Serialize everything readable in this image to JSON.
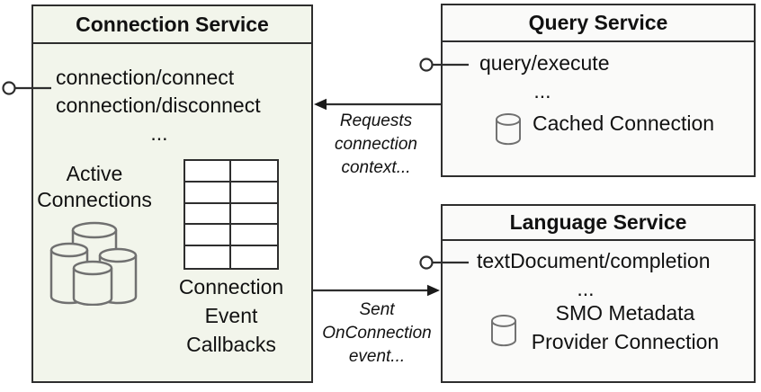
{
  "colors": {
    "connection_fill": "#f2f5eb",
    "service_fill": "#fafaf9",
    "border": "#2e2e2e",
    "icon_stroke": "#707070",
    "text": "#111111"
  },
  "connection_service": {
    "title": "Connection Service",
    "methods": [
      "connection/connect",
      "connection/disconnect"
    ],
    "ellipsis": "...",
    "active_connections_label": "Active Connections",
    "callbacks_label": "Connection Event Callbacks"
  },
  "query_service": {
    "title": "Query Service",
    "method": "query/execute",
    "ellipsis": "...",
    "cache_label": "Cached Connection"
  },
  "language_service": {
    "title": "Language Service",
    "method": "textDocument/completion",
    "ellipsis": "...",
    "provider_label": "SMO Metadata Provider Connection"
  },
  "arrow_labels": {
    "requests": "Requests connection context...",
    "sent": "Sent OnConnection event..."
  }
}
